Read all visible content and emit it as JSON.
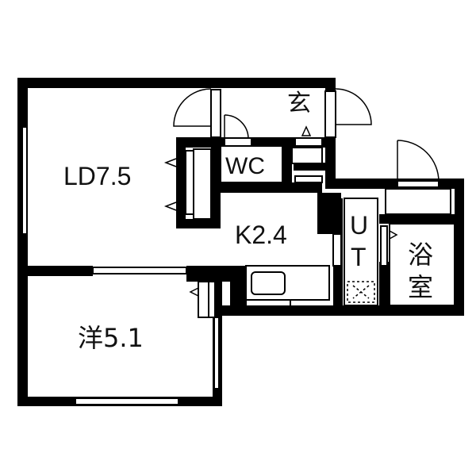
{
  "rooms": {
    "ld": "LD7.5",
    "wc": "WC",
    "entrance": "玄",
    "kitchen": "K2.4",
    "ut_u": "U",
    "ut_t": "T",
    "bath_1": "浴",
    "bath_2": "室",
    "western": "洋5.1"
  },
  "colors": {
    "wall": "#000000",
    "background": "#ffffff"
  }
}
